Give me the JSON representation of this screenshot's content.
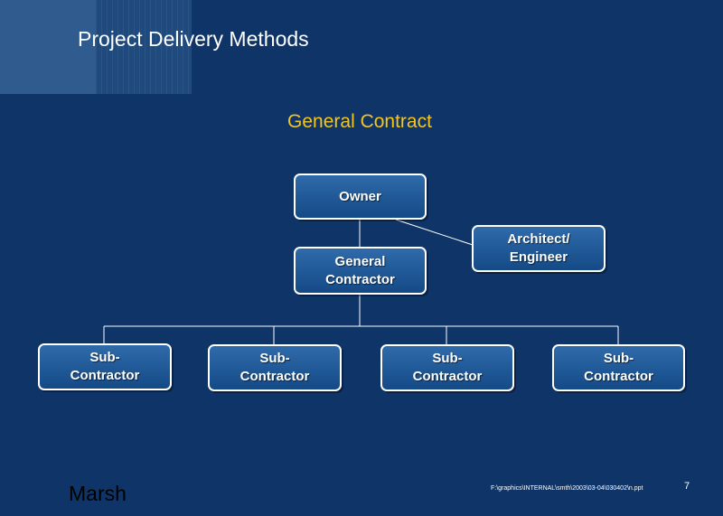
{
  "slide": {
    "title": "Project Delivery Methods",
    "subtitle": "General Contract",
    "footer_brand": "Marsh",
    "footer_path": "F:\\graphics\\INTERNAL\\smth\\2003\\03-04\\030402\\n.ppt",
    "page_number": "7",
    "colors": {
      "background": "#0f3467",
      "subtitle": "#f5c51c",
      "box_fill": "#1f5a98",
      "connector": "#ffffff"
    }
  },
  "diagram": {
    "owner": "Owner",
    "architect": "Architect/\nEngineer",
    "general_contractor": "General\nContractor",
    "subcontractors": [
      "Sub-\nContractor",
      "Sub-\nContractor",
      "Sub-\nContractor",
      "Sub-\nContractor"
    ]
  }
}
